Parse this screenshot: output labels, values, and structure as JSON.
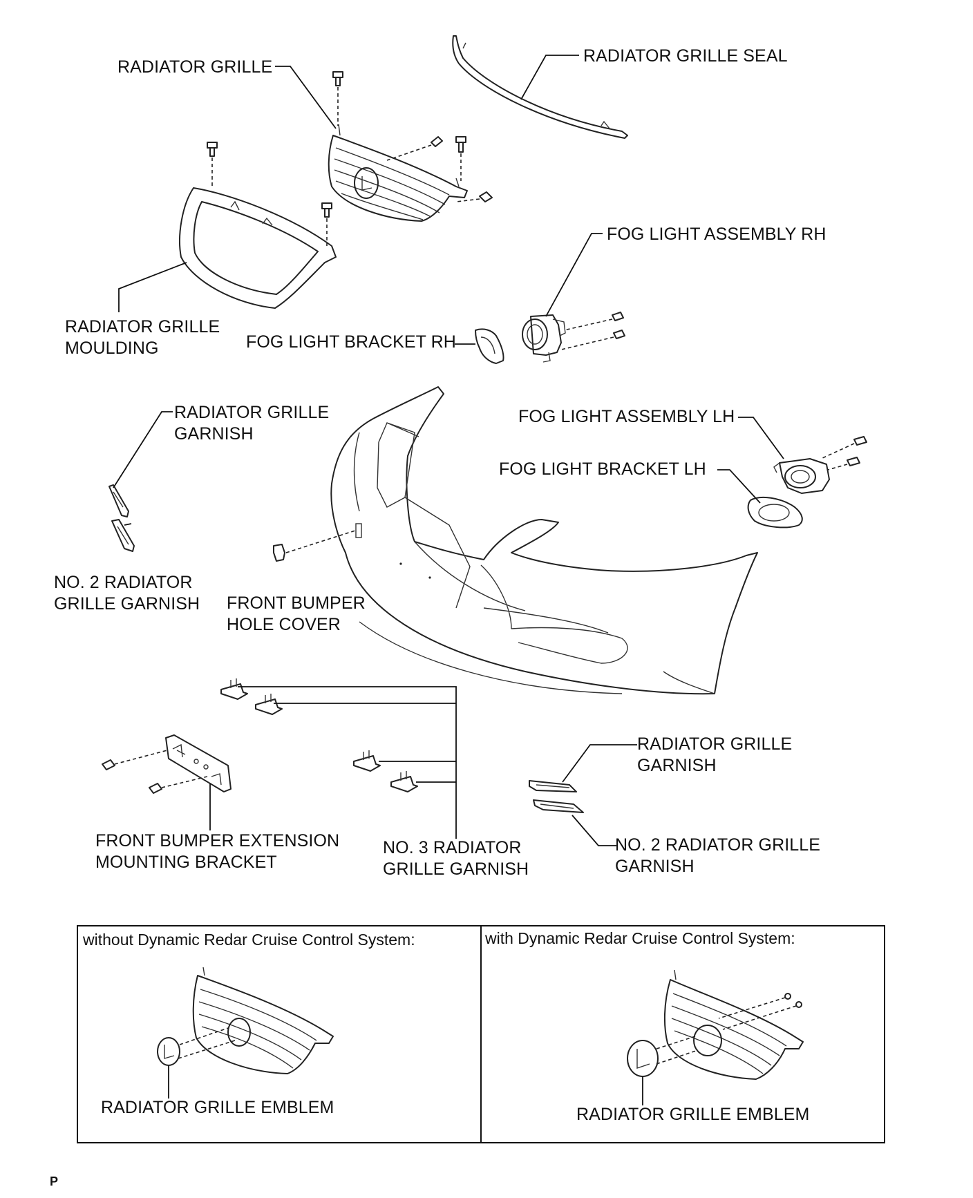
{
  "labels": {
    "radiator_grille": "RADIATOR GRILLE",
    "radiator_grille_seal": "RADIATOR GRILLE SEAL",
    "fog_light_assembly_rh": "FOG LIGHT ASSEMBLY RH",
    "radiator_grille_moulding_1": "RADIATOR GRILLE",
    "radiator_grille_moulding_2": "MOULDING",
    "fog_light_bracket_rh": "FOG LIGHT BRACKET RH",
    "radiator_grille_garnish_left_1": "RADIATOR GRILLE",
    "radiator_grille_garnish_left_2": "GARNISH",
    "fog_light_assembly_lh": "FOG LIGHT ASSEMBLY LH",
    "fog_light_bracket_lh": "FOG LIGHT BRACKET LH",
    "no2_garnish_left_1": "NO. 2 RADIATOR",
    "no2_garnish_left_2": "GRILLE GARNISH",
    "front_bumper_hole_cover_1": "FRONT BUMPER",
    "front_bumper_hole_cover_2": "HOLE COVER",
    "radiator_grille_garnish_right_1": "RADIATOR GRILLE",
    "radiator_grille_garnish_right_2": "GARNISH",
    "front_bumper_extension_1": "FRONT BUMPER EXTENSION",
    "front_bumper_extension_2": "MOUNTING BRACKET",
    "no3_garnish_1": "NO. 3 RADIATOR",
    "no3_garnish_2": "GRILLE GARNISH",
    "no2_garnish_right_1": "NO. 2 RADIATOR GRILLE",
    "no2_garnish_right_2": "GARNISH"
  },
  "variants": [
    {
      "caption": "without Dynamic Redar Cruise Control System:",
      "emblem_label": "RADIATOR GRILLE EMBLEM"
    },
    {
      "caption": "with Dynamic Redar Cruise Control System:",
      "emblem_label": "RADIATOR GRILLE EMBLEM"
    }
  ],
  "footer_code": "P"
}
